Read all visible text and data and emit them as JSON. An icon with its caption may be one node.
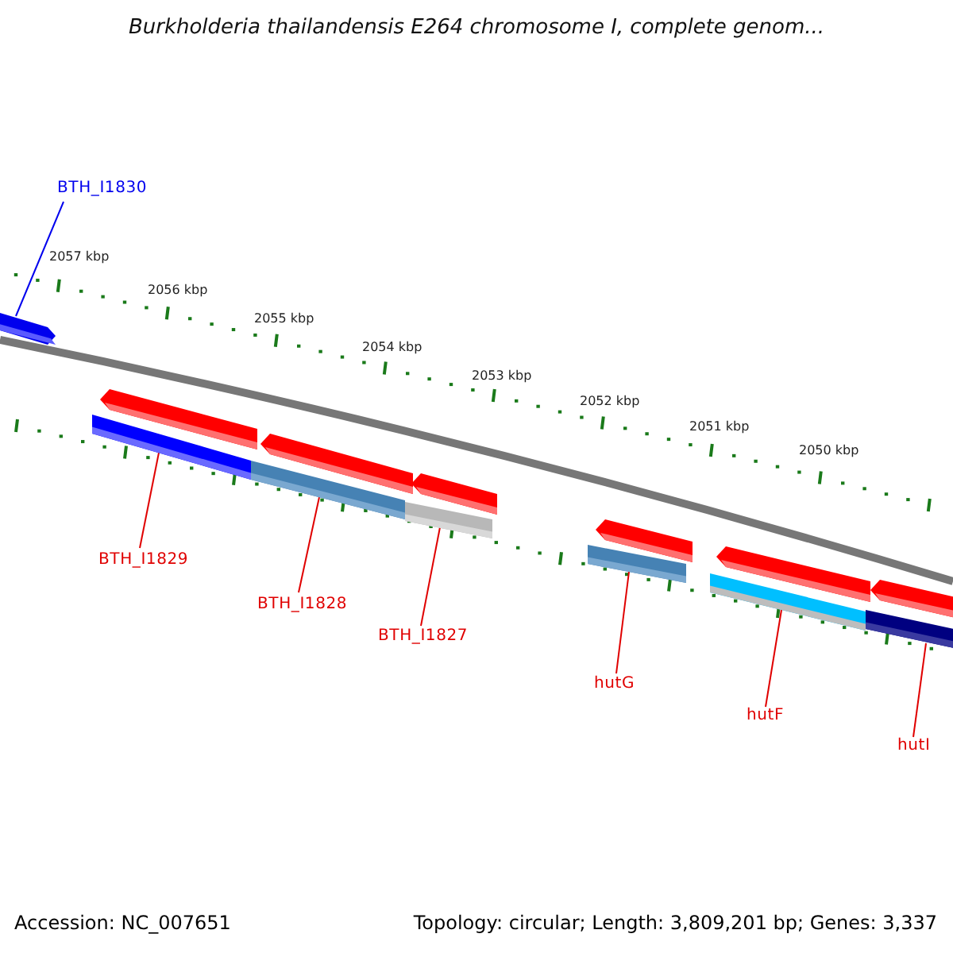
{
  "diagram": {
    "title": "Burkholderia thailandensis E264 chromosome I, complete genom...",
    "nodes": [
      {
        "text": [
          "BTH_I1830"
        ]
      },
      {
        "text": [],
        "shape": "pentagon"
      },
      {
        "text": [],
        "shape": "pentagon"
      },
      {
        "text": [],
        "shape": "pentagon"
      },
      {
        "text": [],
        "shape": "pentagon"
      },
      {
        "text": [],
        "shape": "pentagon"
      },
      {
        "text": [],
        "shape": "pentagon"
      },
      {
        "text": [],
        "shape": "pentagon"
      },
      {
        "text": [],
        "shape": "bar"
      },
      {
        "text": [],
        "shape": "bar"
      },
      {
        "text": [],
        "shape": "bar"
      },
      {
        "text": [],
        "shape": "bar"
      },
      {
        "text": [],
        "shape": "bar"
      },
      {
        "text": [],
        "shape": "bar"
      },
      {
        "text": [
          "BTH_I1829"
        ]
      },
      {
        "text": [
          "BTH_I1828"
        ]
      },
      {
        "text": [
          "BTH_I1827"
        ]
      },
      {
        "text": [
          "hutG"
        ]
      },
      {
        "text": [
          "hutF"
        ]
      },
      {
        "text": [
          "hutI"
        ]
      }
    ],
    "edges": [
      {
        "from": 0,
        "to": 1,
        "arrow": "none",
        "color": "#0000ee"
      },
      {
        "from": 14,
        "to": 8,
        "arrow": "none"
      },
      {
        "from": 15,
        "to": 9,
        "arrow": "none"
      },
      {
        "from": 16,
        "to": 10,
        "arrow": "none"
      },
      {
        "from": 17,
        "to": 11,
        "arrow": "none"
      },
      {
        "from": 18,
        "to": 12,
        "arrow": "none"
      },
      {
        "from": 19,
        "to": 13,
        "arrow": "none"
      }
    ],
    "labels": [
      "2057 kbp",
      "2056 kbp",
      "2055 kbp",
      "2054 kbp",
      "2053 kbp",
      "2052 kbp",
      "2051 kbp",
      "2050 kbp",
      "Accession: NC_007651",
      "Topology: circular; Length: 3,809,201 bp; Genes: 3,337"
    ]
  }
}
